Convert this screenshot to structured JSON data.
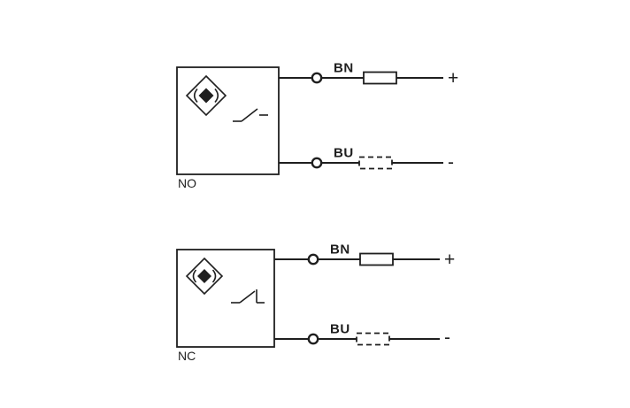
{
  "colors": {
    "line": "#1f1f1f",
    "background": "#ffffff"
  },
  "diagrams": [
    {
      "type_label": "NO",
      "top_wire_label": "BN",
      "bottom_wire_label": "BU",
      "positive_label": "+",
      "negative_label": "-"
    },
    {
      "type_label": "NC",
      "top_wire_label": "BN",
      "bottom_wire_label": "BU",
      "positive_label": "+",
      "negative_label": "-"
    }
  ]
}
